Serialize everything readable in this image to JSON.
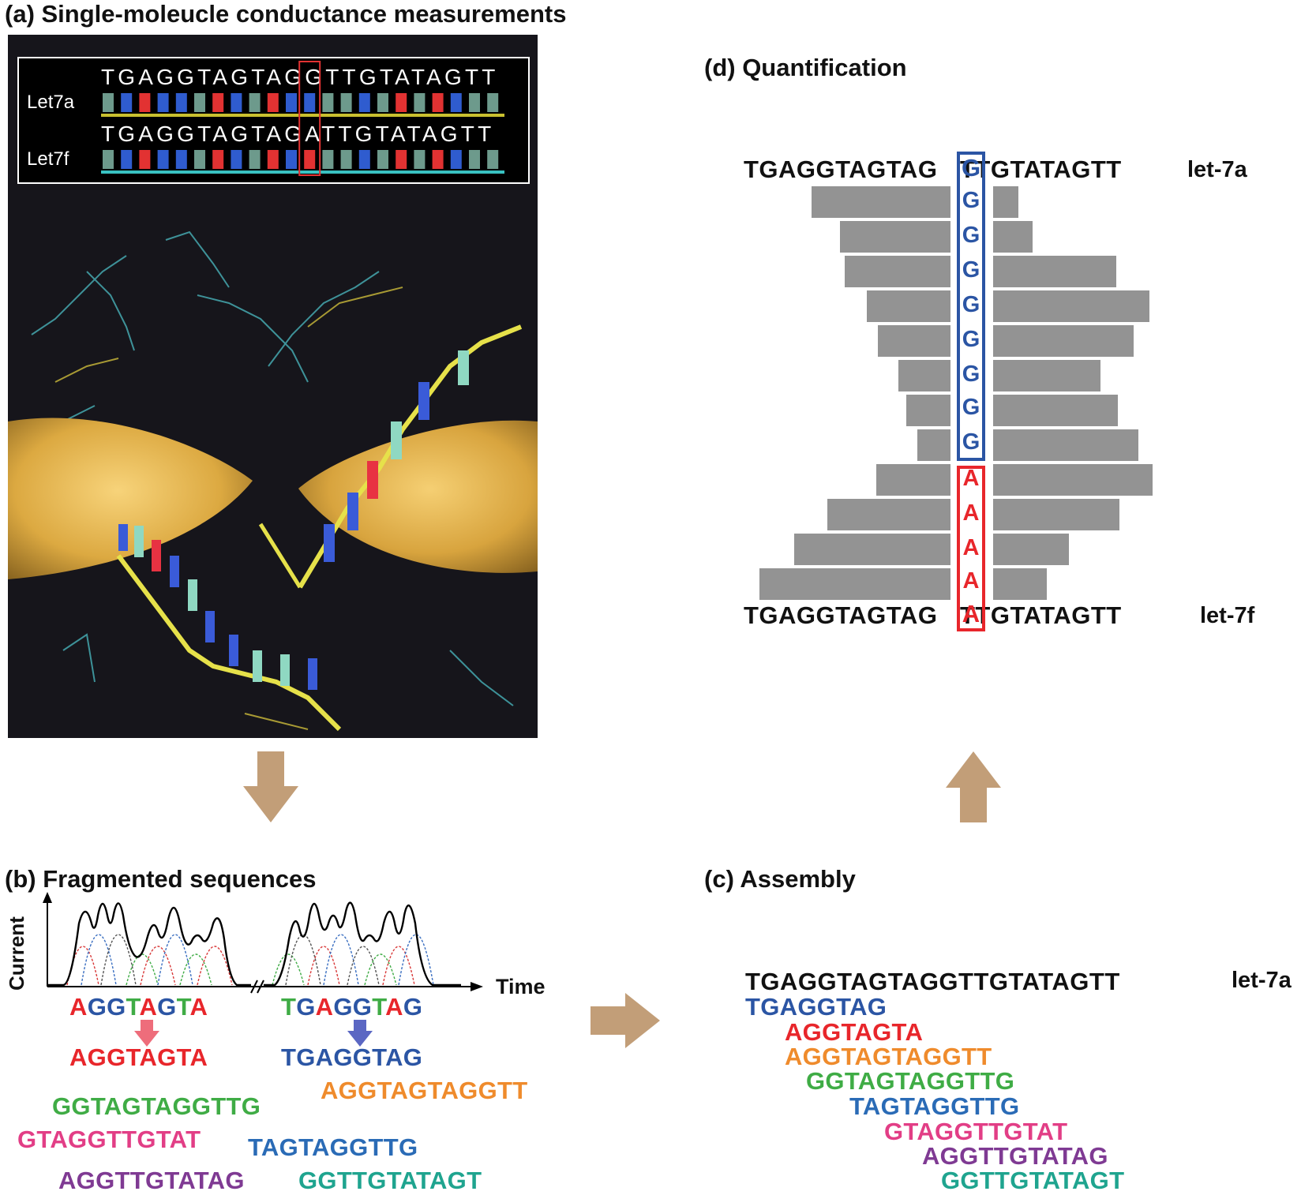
{
  "panels": {
    "a": {
      "title": "(a) Single-moleucle conductance measurements",
      "let7a_seq": "TGAGGTAGTAGGTTGTATAGTT",
      "let7a_label": "Let7a",
      "let7f_seq": "TGAGGTAGTAGATTGTATAGTT",
      "let7f_label": "Let7f"
    },
    "b": {
      "title": "(b) Fragmented sequences",
      "ylabel": "Current",
      "xlabel": "Time",
      "read1": "AGGTAGTA",
      "read2": "TGAGGTAG",
      "fragments": [
        {
          "text": "AGGTAGTA",
          "color": "#e8262b"
        },
        {
          "text": "TGAGGTAG",
          "color": "#2b55a4"
        },
        {
          "text": "GGTAGTAGGTTG",
          "color": "#3fac45"
        },
        {
          "text": "AGGTAGTAGGTT",
          "color": "#ef8b2c"
        },
        {
          "text": "GTAGGTTGTAT",
          "color": "#e23e86"
        },
        {
          "text": "TAGTAGGTTG",
          "color": "#2a6bb6"
        },
        {
          "text": "AGGTTGTATAG",
          "color": "#7f3a93"
        },
        {
          "text": "GGTTGTATAGT",
          "color": "#1fa48f"
        }
      ]
    },
    "c": {
      "title": "(c) Assembly",
      "reference": "TGAGGTAGTAGGTTGTATAGTT",
      "ref_label": "let-7a",
      "fragments": [
        {
          "text": "TGAGGTAG",
          "color": "#2b55a4"
        },
        {
          "text": "AGGTAGTA",
          "color": "#e8262b"
        },
        {
          "text": "AGGTAGTAGGTT",
          "color": "#ef8b2c"
        },
        {
          "text": "GGTAGTAGGTTG",
          "color": "#3fac45"
        },
        {
          "text": "TAGTAGGTTG",
          "color": "#2a6bb6"
        },
        {
          "text": "GTAGGTTGTAT",
          "color": "#e23e86"
        },
        {
          "text": "AGGTTGTATAG",
          "color": "#7f3a93"
        },
        {
          "text": "GGTTGTATAGT",
          "color": "#1fa48f"
        }
      ]
    },
    "d": {
      "title": "(d) Quantification",
      "top_left": "TGAGGTAGTAG",
      "top_base": "G",
      "top_right": "TTGTATAGTT",
      "top_label": "let-7a",
      "bottom_left": "TGAGGTAGTAG",
      "bottom_base": "A",
      "bottom_right": "TTGTATAGTT",
      "bottom_label": "let-7f",
      "rows": [
        "G",
        "G",
        "G",
        "G",
        "G",
        "G",
        "G",
        "G",
        "A",
        "A",
        "A",
        "A"
      ]
    }
  },
  "colors": {
    "arrow": "#c29e78",
    "bar": "#939393",
    "box_g": "#2b55a4",
    "box_a": "#e8262b",
    "base_A": "#e8262b",
    "base_G": "#2b55a4",
    "base_T": "#3fac45"
  }
}
